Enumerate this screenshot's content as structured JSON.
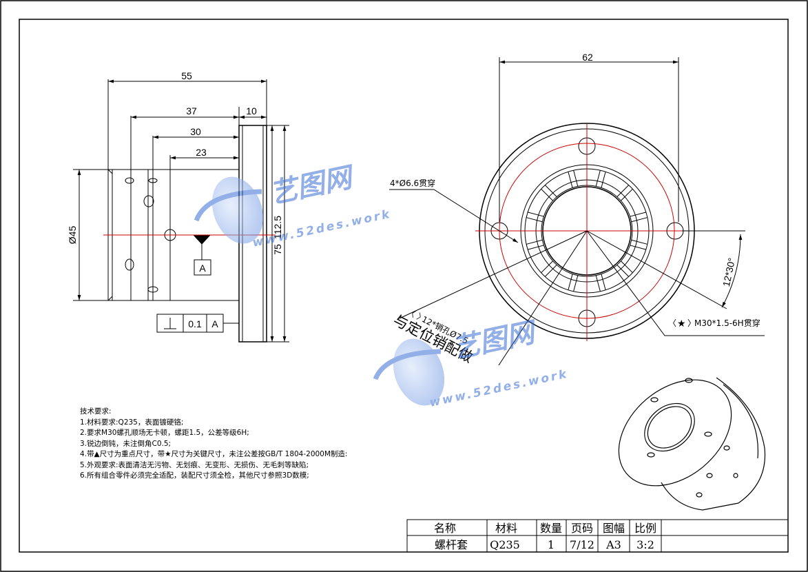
{
  "dimensions": {
    "d55": "55",
    "d37": "37",
    "d10": "10",
    "d30": "30",
    "d23": "23",
    "dia45": "Ø45",
    "d75": "75",
    "d112_5": "112.5",
    "d62": "62",
    "hole4": "4*Ø6.6贯穿",
    "angle": "12*30°",
    "thread": "M30*1.5-6H贯穿",
    "pin": "12*销孔Ø7.5",
    "pin_note": "与定位销配做"
  },
  "gdt": {
    "datum": "A",
    "symbol": "⊥",
    "tolerance": "0.1",
    "ref": "A"
  },
  "watermark": {
    "brand": "艺图网",
    "url": "www.52des.work"
  },
  "notes": {
    "title": "技术要求:",
    "items": [
      "1.材料要求:Q235，表面镀硬铬;",
      "2.要求M30螺孔顺场无卡顿，螺距1.5，公差等级6H;",
      "3.锐边倒钝，未注倒角C0.5;",
      "4.带▲尺寸为重点尺寸，带★尺寸为关键尺寸，未注公差按GB/T 1804-2000M制造:",
      "5.外观要求:表面清洁无污物、无划痕、无变形、无损伤、无毛刺等缺陷;",
      "6.所有组合零件必须完全适配，装配尺寸须全检，其他尺寸参照3D数模;"
    ]
  },
  "title_block": {
    "headers": [
      "名称",
      "材料",
      "数量",
      "页码",
      "图幅",
      "比例"
    ],
    "values": [
      "螺杆套",
      "Q235",
      "1",
      "7/12",
      "A3",
      "3:2"
    ]
  },
  "colors": {
    "center_line": "#cc0000",
    "watermark": "#3b6fd6"
  }
}
